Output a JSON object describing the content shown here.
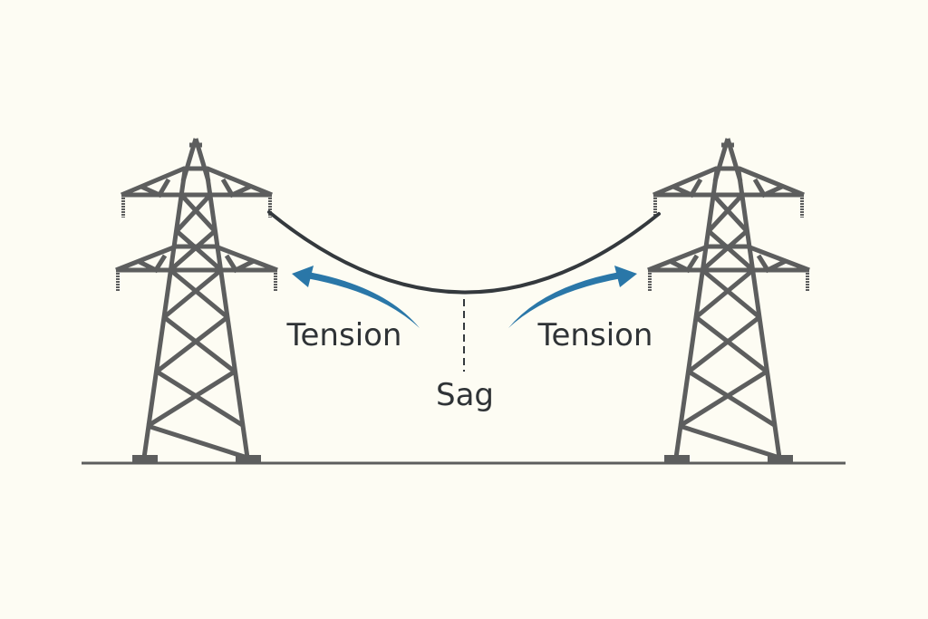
{
  "labels": {
    "tension_left": "Tension",
    "tension_right": "Tension",
    "sag": "Sag"
  },
  "colors": {
    "background": "#fdfcf3",
    "tower": "#5d5e5e",
    "cable": "#34393d",
    "arrow": "#2a77a8",
    "text": "#2f3336"
  }
}
